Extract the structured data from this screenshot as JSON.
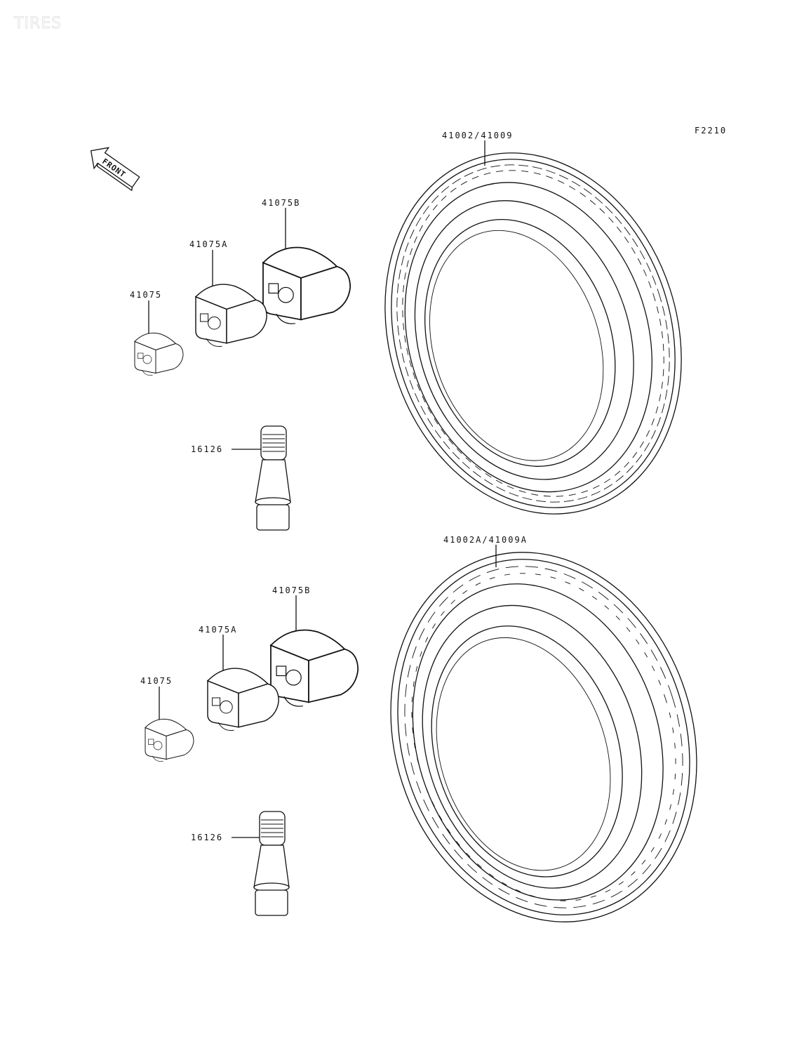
{
  "watermark": "TIRES",
  "figure_code": "F2210",
  "front_arrow": "FRONT",
  "upper": {
    "tire": "41002/41009",
    "weight_b": "41075B",
    "weight_a": "41075A",
    "weight": "41075",
    "valve": "16126"
  },
  "lower": {
    "tire": "41002A/41009A",
    "weight_b": "41075B",
    "weight_a": "41075A",
    "weight": "41075",
    "valve": "16126"
  }
}
